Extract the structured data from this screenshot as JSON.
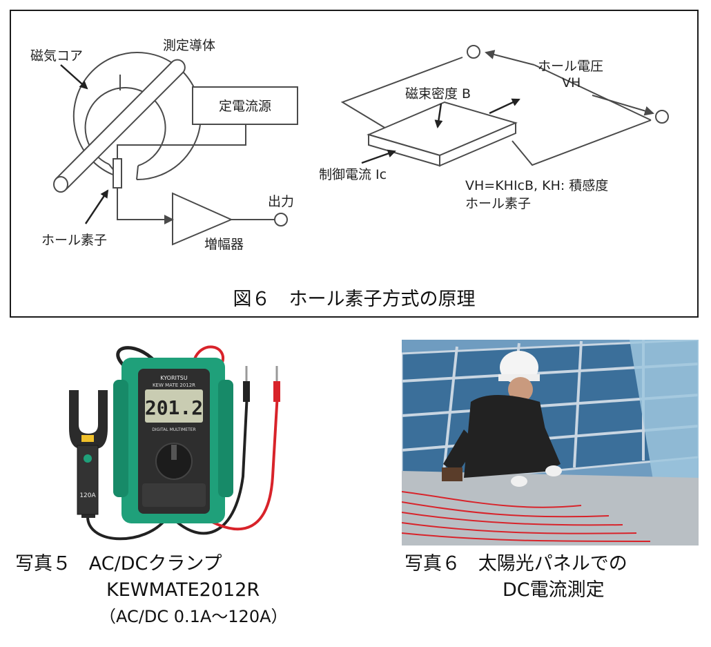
{
  "figure6": {
    "caption": "図６　ホール素子方式の原理",
    "left": {
      "core_label": "磁気コア",
      "conductor_label": "測定導体",
      "current_source_label": "定電流源",
      "hall_element_label": "ホール素子",
      "amplifier_label": "増幅器",
      "output_label": "出力"
    },
    "right": {
      "flux_label": "磁束密度 B",
      "hall_voltage_label": "ホール電圧",
      "hall_voltage_symbol": "VH",
      "control_current_label": "制御電流 Ic",
      "formula_line1": "VH=KHIcB, KH: 積感度",
      "formula_line2": "ホール素子"
    }
  },
  "photo5": {
    "number": "写真５",
    "title_line1": "AC/DCクランプ",
    "title_line2": "KEWMATE2012R",
    "title_line3": "（AC/DC 0.1A～120A）",
    "device": {
      "brand": "KYORITSU",
      "model": "KEW MATE 2012R",
      "display": "201.2",
      "subtitle": "DIGITAL MULTIMETER",
      "clamp_rating": "120A"
    }
  },
  "photo6": {
    "number": "写真６",
    "title_line1": "太陽光パネルでの",
    "title_line2": "DC電流測定"
  },
  "colors": {
    "diagram_stroke": "#4a4a4a",
    "meter_green": "#1fa07a",
    "meter_body": "#2e2e2e",
    "lead_red": "#d8232a",
    "panel_blue": "#3b6f9a",
    "sky": "#7ea9c9"
  }
}
